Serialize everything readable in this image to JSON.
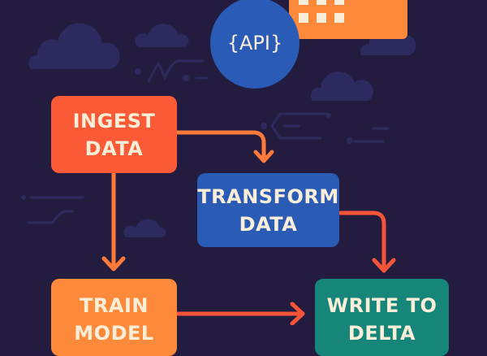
{
  "steps": {
    "ingest": {
      "line1": "INGEST",
      "line2": "DATA"
    },
    "transform": {
      "line1": "TRANSFORM",
      "line2": "DATA"
    },
    "train": {
      "line1": "TRAIN",
      "line2": "MODEL"
    },
    "write": {
      "line1": "WRITE TO",
      "line2": "DELTA"
    }
  },
  "api_badge": "{API}",
  "colors": {
    "background": "#231c3e",
    "ingest": "#fb5a37",
    "transform": "#2a5bb5",
    "train": "#fd8a3a",
    "write": "#16857a",
    "arrow": "#fd7a3a"
  }
}
